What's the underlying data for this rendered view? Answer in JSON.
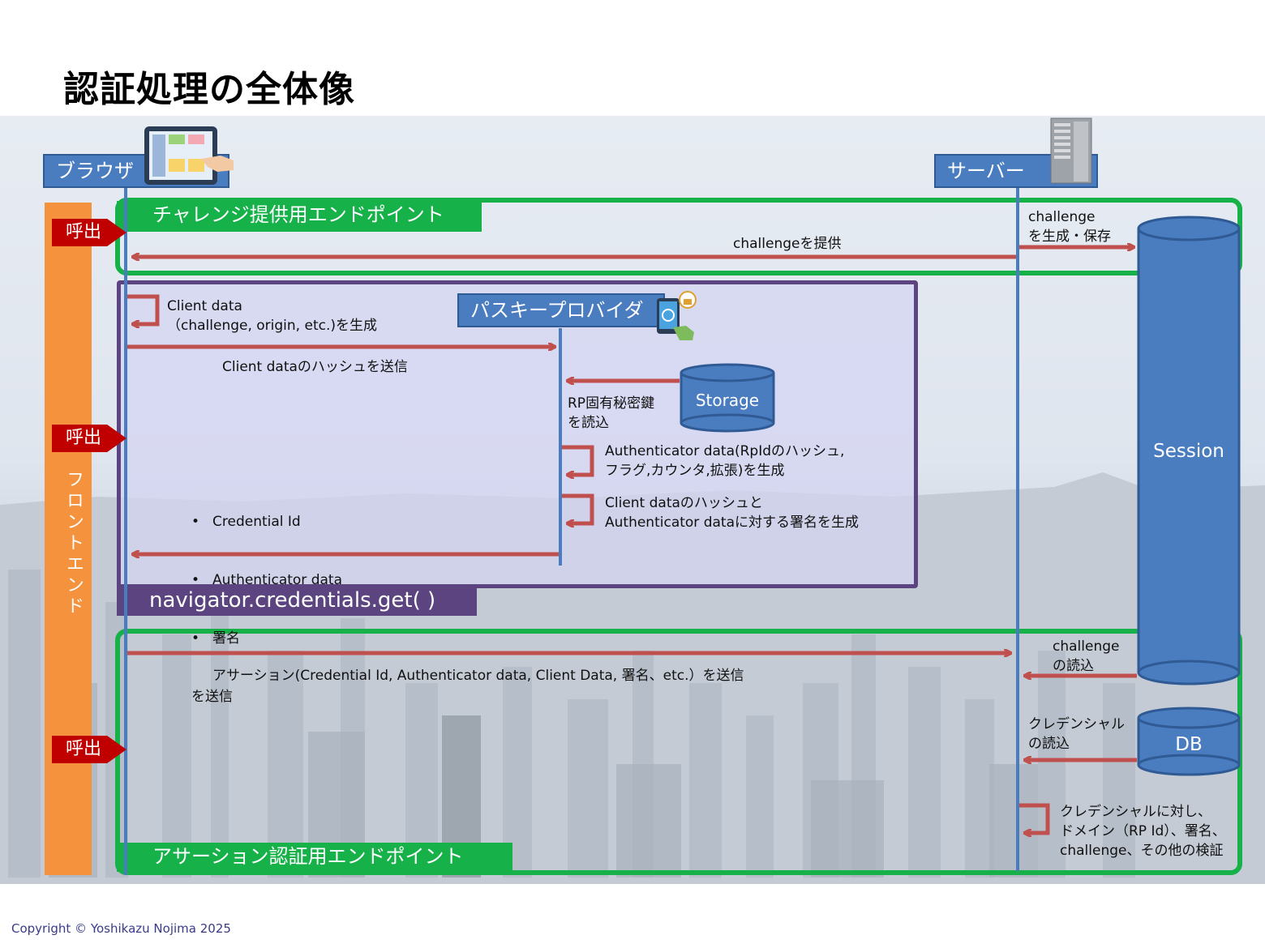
{
  "title": "認証処理の全体像",
  "lanes": {
    "browser": "ブラウザ",
    "server": "サーバー",
    "passkey_provider": "パスキープロバイダ",
    "frontend": "フロントエンド"
  },
  "callouts": [
    "呼出",
    "呼出",
    "呼出"
  ],
  "endpoints": {
    "challenge": "チャレンジ提供用エンドポイント",
    "assertion": "アサーション認証用エンドポイント",
    "credentials_get": "navigator.credentials.get( )"
  },
  "stores": {
    "session": "Session",
    "storage": "Storage",
    "db": "DB"
  },
  "messages": {
    "challenge_generate": "challenge\nを生成・保存",
    "challenge_provide": "challengeを提供",
    "client_data_generate": "Client data\n（challenge, origin, etc.)を生成",
    "send_client_hash": "Client dataのハッシュを送信",
    "read_rp_key": "RP固有秘密鍵\nを読込",
    "auth_data_generate": "Authenticator data(RpIdのハッシュ,\nフラグ,カウンタ,拡張)を生成",
    "sign_generate": "Client dataのハッシュと\nAuthenticator dataに対する署名を生成",
    "bullets": [
      "Credential Id",
      "Authenticator data",
      "署名"
    ],
    "send_suffix": "を送信",
    "assertion_send": "アサーション(Credential Id, Authenticator data, Client Data, 署名、etc.）を送信",
    "challenge_read": "challenge\nの読込",
    "credential_read": "クレデンシャル\nの読込",
    "verify": "クレデンシャルに対し、\nドメイン（RP Id）、署名、\nchallenge、その他の検証"
  },
  "copyright": "Copyright © Yoshikazu Nojima 2025",
  "colors": {
    "arrow": "#c0504d",
    "lane": "#4a7cc0",
    "green": "#17b14a",
    "purple": "#5b447f",
    "frontend": "#f5923e",
    "callout": "#c00000"
  }
}
